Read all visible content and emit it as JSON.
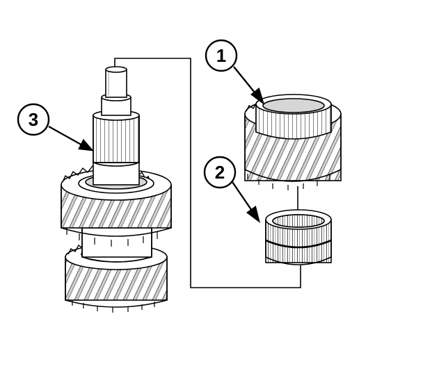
{
  "diagram": {
    "callouts": [
      {
        "label": "1",
        "part": "gear"
      },
      {
        "label": "2",
        "part": "needle-bearing"
      },
      {
        "label": "3",
        "part": "shaft"
      }
    ],
    "colors": {
      "line": "#000000",
      "fill": "#ffffff",
      "shade": "#bdbdbd"
    }
  }
}
